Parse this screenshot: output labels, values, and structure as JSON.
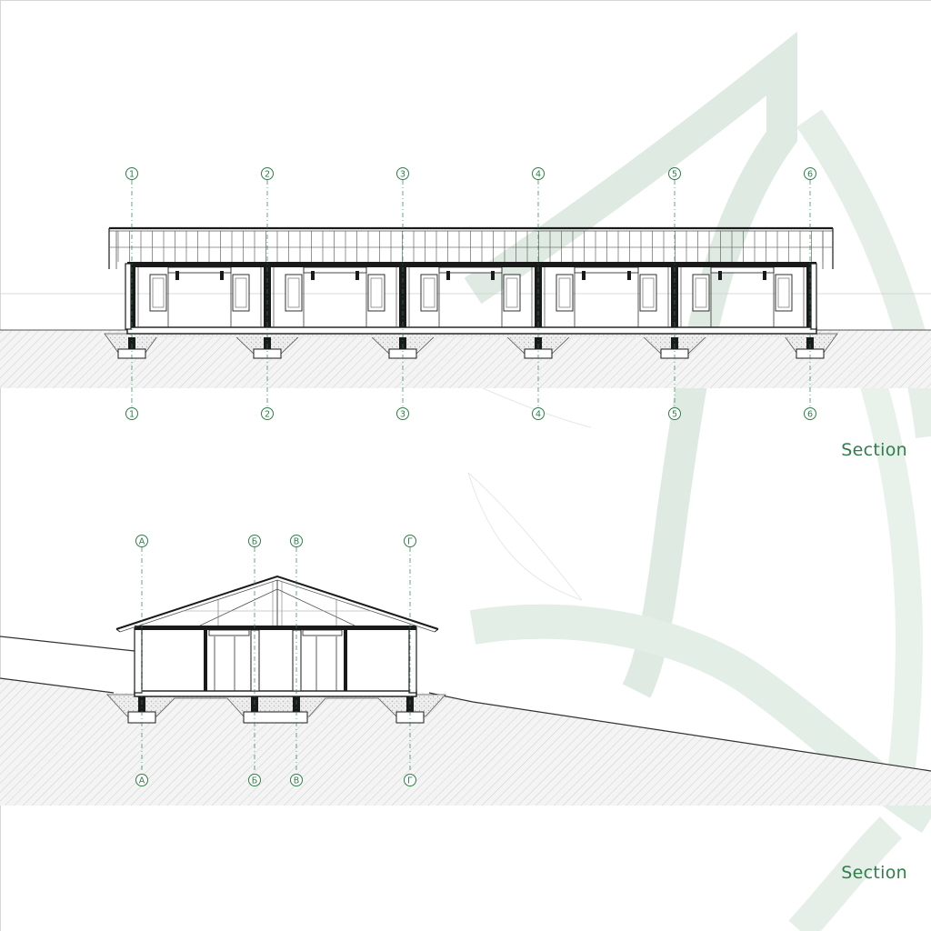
{
  "colors": {
    "accent": "#2e7d4a",
    "watermark": "#dde9e0",
    "line": "#1a1a1a",
    "soil": "#f3f3f3"
  },
  "longitudinal_section": {
    "label": "Section",
    "axes": [
      "1",
      "2",
      "3",
      "4",
      "5",
      "6"
    ]
  },
  "cross_section": {
    "label": "Section",
    "axes": [
      "А",
      "Б",
      "В",
      "Г"
    ]
  }
}
